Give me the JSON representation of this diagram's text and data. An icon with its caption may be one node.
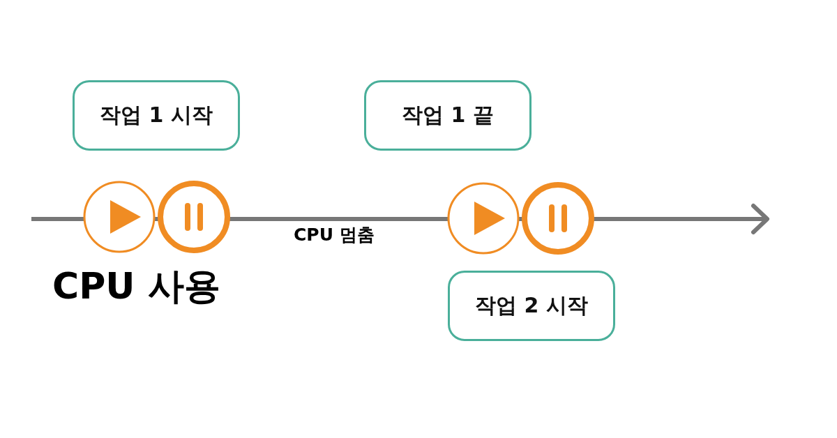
{
  "diagram": {
    "nodes": [
      {
        "text": [
          "작업 1 시작"
        ]
      },
      {
        "text": [
          "작업 1 끝"
        ]
      },
      {
        "text": [
          "작업 2 시작"
        ]
      }
    ],
    "labels": [
      "CPU 사용",
      "CPU 멈춤"
    ]
  }
}
